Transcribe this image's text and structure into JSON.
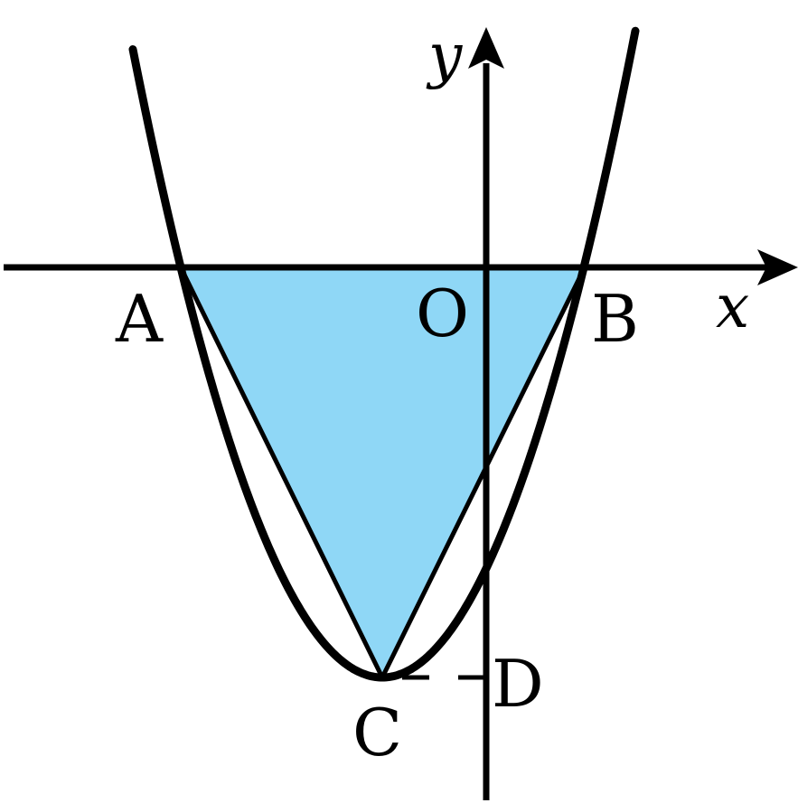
{
  "diagram": {
    "colors": {
      "triangle_fill": "#8fd7f6",
      "stroke": "#000000",
      "background": "#ffffff"
    },
    "axis_labels": {
      "x": "x",
      "y": "y"
    },
    "points": {
      "A": "A",
      "B": "B",
      "C": "C",
      "D": "D",
      "O": "O"
    }
  }
}
